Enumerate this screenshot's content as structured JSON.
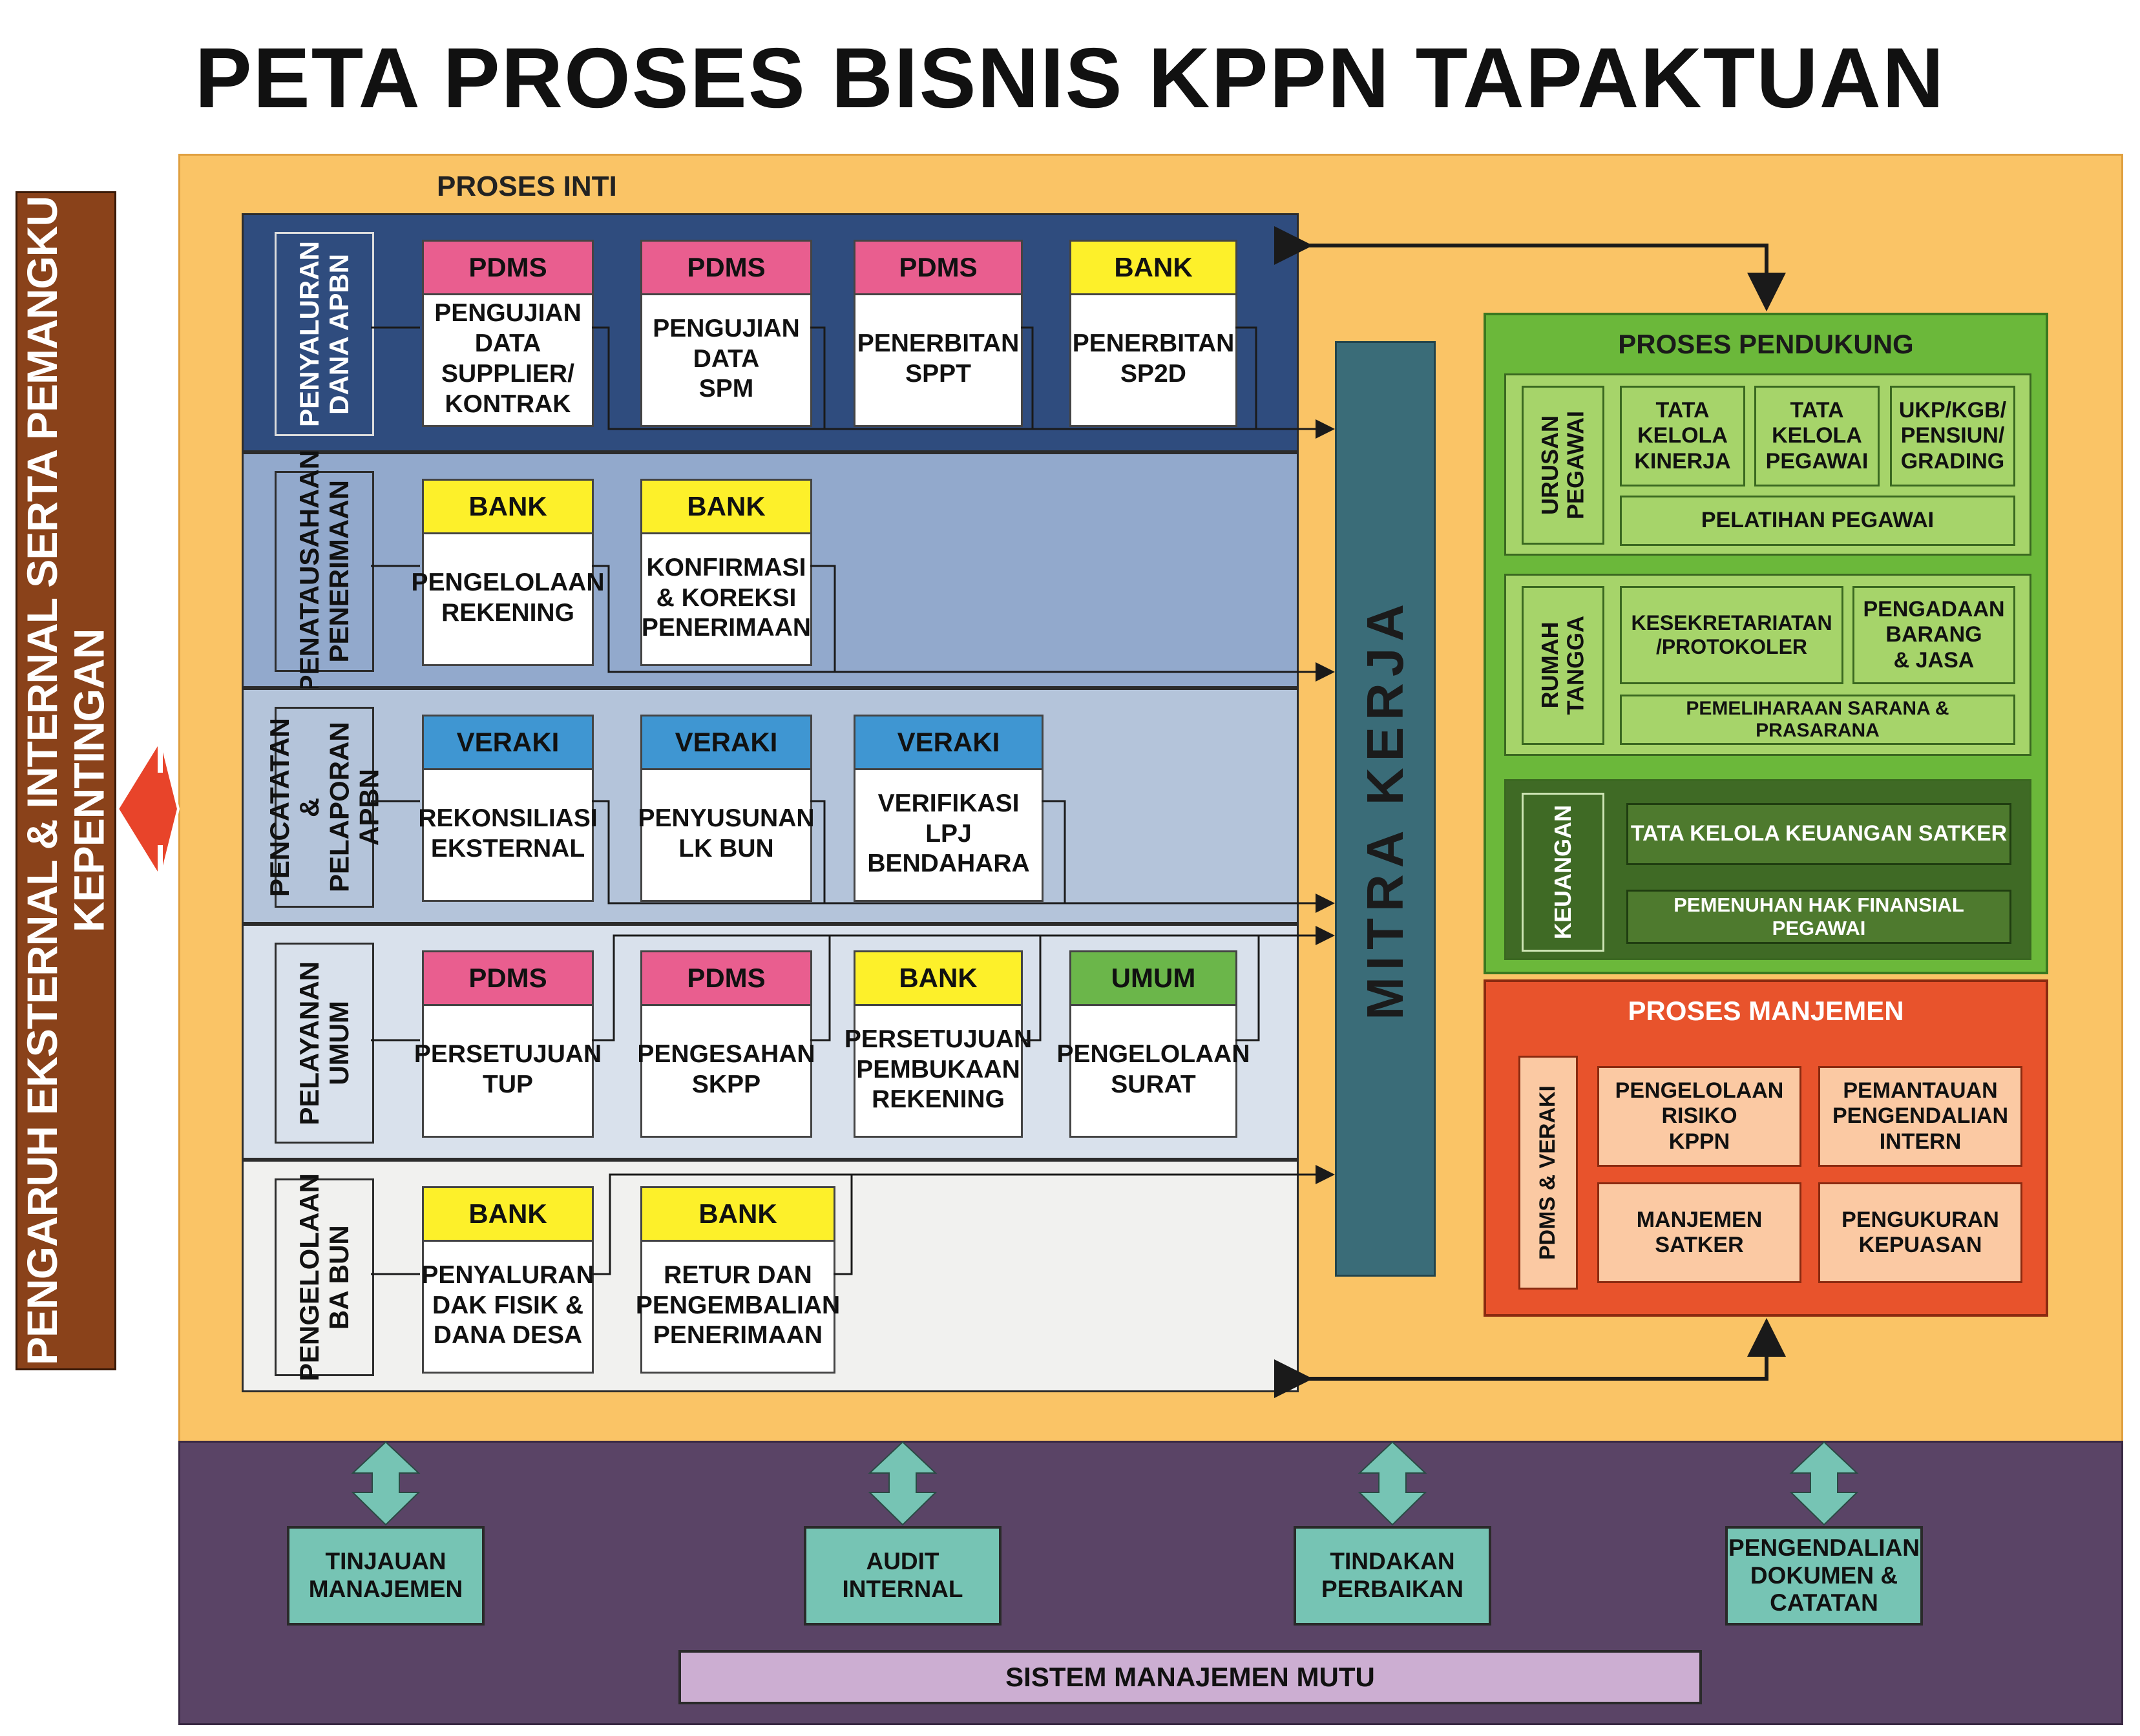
{
  "title": "PETA PROSES BISNIS KPPN TAPAKTUAN",
  "side_label": "PENGARUH EKSTERNAL & INTERNAL SERTA PEMANGKU KEPENTINGAN",
  "proses_inti": {
    "label": "PROSES INTI",
    "lanes": [
      {
        "label": "PENYALURAN\nDANA APBN",
        "color": "#2f4c7e",
        "cards": [
          {
            "header": "PDMS",
            "body": "PENGUJIAN\nDATA\nSUPPLIER/\nKONTRAK"
          },
          {
            "header": "PDMS",
            "body": "PENGUJIAN\nDATA\nSPM"
          },
          {
            "header": "PDMS",
            "body": "PENERBITAN\nSPPT"
          },
          {
            "header": "BANK",
            "body": "PENERBITAN\nSP2D"
          }
        ]
      },
      {
        "label": "PENATAUSAHAAN\nPENERIMAAN",
        "color": "#92a9cc",
        "cards": [
          {
            "header": "BANK",
            "body": "PENGELOLAAN\nREKENING"
          },
          {
            "header": "BANK",
            "body": "KONFIRMASI\n& KOREKSI\nPENERIMAAN"
          }
        ]
      },
      {
        "label": "PENCATATAN &\nPELAPORAN APBN",
        "color": "#b4c4da",
        "cards": [
          {
            "header": "VERAKI",
            "body": "REKONSILIASI\nEKSTERNAL"
          },
          {
            "header": "VERAKI",
            "body": "PENYUSUNAN\nLK BUN"
          },
          {
            "header": "VERAKI",
            "body": "VERIFIKASI LPJ\nBENDAHARA"
          }
        ]
      },
      {
        "label": "PELAYANAN\nUMUM",
        "color": "#d9e1ec",
        "cards": [
          {
            "header": "PDMS",
            "body": "PERSETUJUAN\nTUP"
          },
          {
            "header": "PDMS",
            "body": "PENGESAHAN\nSKPP"
          },
          {
            "header": "BANK",
            "body": "PERSETUJUAN\nPEMBUKAAN\nREKENING"
          },
          {
            "header": "UMUM",
            "body": "PENGELOLAAN\nSURAT"
          }
        ]
      },
      {
        "label": "PENGELOLAAN\nBA BUN",
        "color": "#f1f1ef",
        "cards": [
          {
            "header": "BANK",
            "body": "PENYALURAN\nDAK FISIK &\nDANA DESA"
          },
          {
            "header": "BANK",
            "body": "RETUR DAN\nPENGEMBALIAN\nPENERIMAAN"
          }
        ]
      }
    ]
  },
  "header_colors": {
    "PDMS": "#e95e8f",
    "BANK": "#fdf02a",
    "VERAKI": "#3f96d2",
    "UMUM": "#6bb64a"
  },
  "mitra_kerja": "MITRA KERJA",
  "proses_pendukung": {
    "title": "PROSES PENDUKUNG",
    "urusan_pegawai": {
      "label": "URUSAN\nPEGAWAI",
      "cells": [
        "TATA\nKELOLA\nKINERJA",
        "TATA\nKELOLA\nPEGAWAI",
        "UKP/KGB/\nPENSIUN/\nGRADING"
      ],
      "wide": "PELATIHAN PEGAWAI"
    },
    "rumah_tangga": {
      "label": "RUMAH\nTANGGA",
      "cells": [
        "KESEKRETARIATAN\n/PROTOKOLER",
        "PENGADAAN\nBARANG\n& JASA"
      ],
      "wide": "PEMELIHARAAN SARANA & PRASARANA"
    },
    "keuangan": {
      "label": "KEUANGAN",
      "cells": [
        "TATA KELOLA KEUANGAN SATKER",
        "PEMENUHAN HAK FINANSIAL PEGAWAI"
      ]
    }
  },
  "proses_manjemen": {
    "title": "PROSES MANJEMEN",
    "label": "PDMS & VERAKI",
    "cells": [
      "PENGELOLAAN\nRISIKO\nKPPN",
      "PEMANTAUAN\nPENGENDALIAN\nINTERN",
      "MANJEMEN\nSATKER",
      "PENGUKURAN\nKEPUASAN"
    ]
  },
  "mutu": {
    "boxes": [
      "TINJAUAN\nMANAJEMEN",
      "AUDIT\nINTERNAL",
      "TINDAKAN\nPERBAIKAN",
      "PENGENDALIAN\nDOKUMEN &\nCATATAN"
    ],
    "bottom": "SISTEM MANAJEMEN MUTU"
  }
}
